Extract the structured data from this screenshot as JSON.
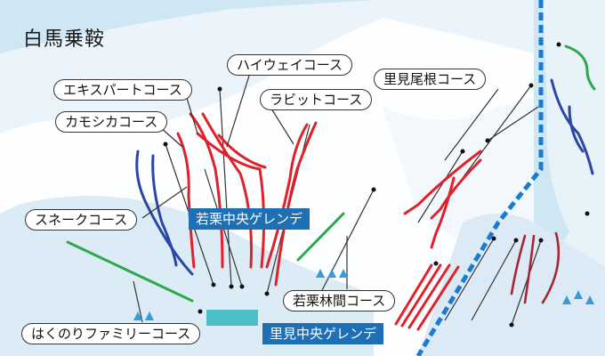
{
  "map": {
    "title": "白馬乗鞍",
    "colors": {
      "sky": "#cfe6f3",
      "snow": "#ffffff",
      "red_course": "#e0212a",
      "blue_course": "#2b46a6",
      "green_course": "#2ea84a",
      "area_label_bg": "#1f6fb5",
      "border": "#1b7bd1"
    },
    "course_labels": [
      "ハイウェイコース",
      "エキスパートコース",
      "ラビットコース",
      "里見尾根コース",
      "カモシカコース",
      "スネークコース",
      "若栗林間コース",
      "はくのりファミリーコース"
    ],
    "area_labels": [
      "若栗中央ゲレンデ",
      "里見中央ゲレンデ"
    ]
  }
}
